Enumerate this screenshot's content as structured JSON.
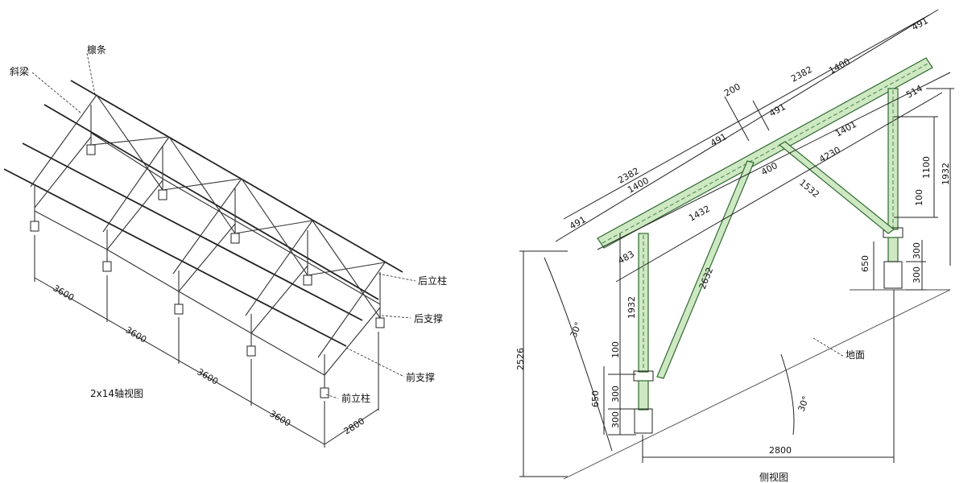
{
  "iso": {
    "caption": "2x14轴视图",
    "labels": {
      "purlin": "檩条",
      "slant_beam": "斜梁",
      "rear_post": "后立柱",
      "rear_brace": "后支撑",
      "front_brace": "前支撑",
      "front_post": "前立柱"
    },
    "dims": {
      "span1": "3600",
      "span2": "3600",
      "span3": "3600",
      "span4": "3600",
      "depth": "2800"
    }
  },
  "side": {
    "caption": "侧视图",
    "ground_label": "地面",
    "dims": {
      "top_491": "491",
      "d2382_top": "2382",
      "d1400_top": "1400",
      "d200": "200",
      "d491_mid": "491",
      "d514": "514",
      "d1401": "1401",
      "d4230": "4230",
      "d491_mid2": "491",
      "d2382_low": "2382",
      "d1400_low": "1400",
      "d491_low": "491",
      "d400": "400",
      "d1532": "1532",
      "d1432": "1432",
      "d483": "483",
      "d2632": "2632",
      "d1100": "1100",
      "d100_right": "100",
      "d1932_right": "1932",
      "d650_right": "650",
      "d300_right_a": "300",
      "d300_right_b": "300",
      "d1932_left": "1932",
      "d100_left": "100",
      "d650_left": "650",
      "d300_left_a": "300",
      "d300_left_b": "300",
      "d2526": "2526",
      "angle_left": "30°",
      "angle_right": "30°",
      "d2800": "2800"
    }
  }
}
